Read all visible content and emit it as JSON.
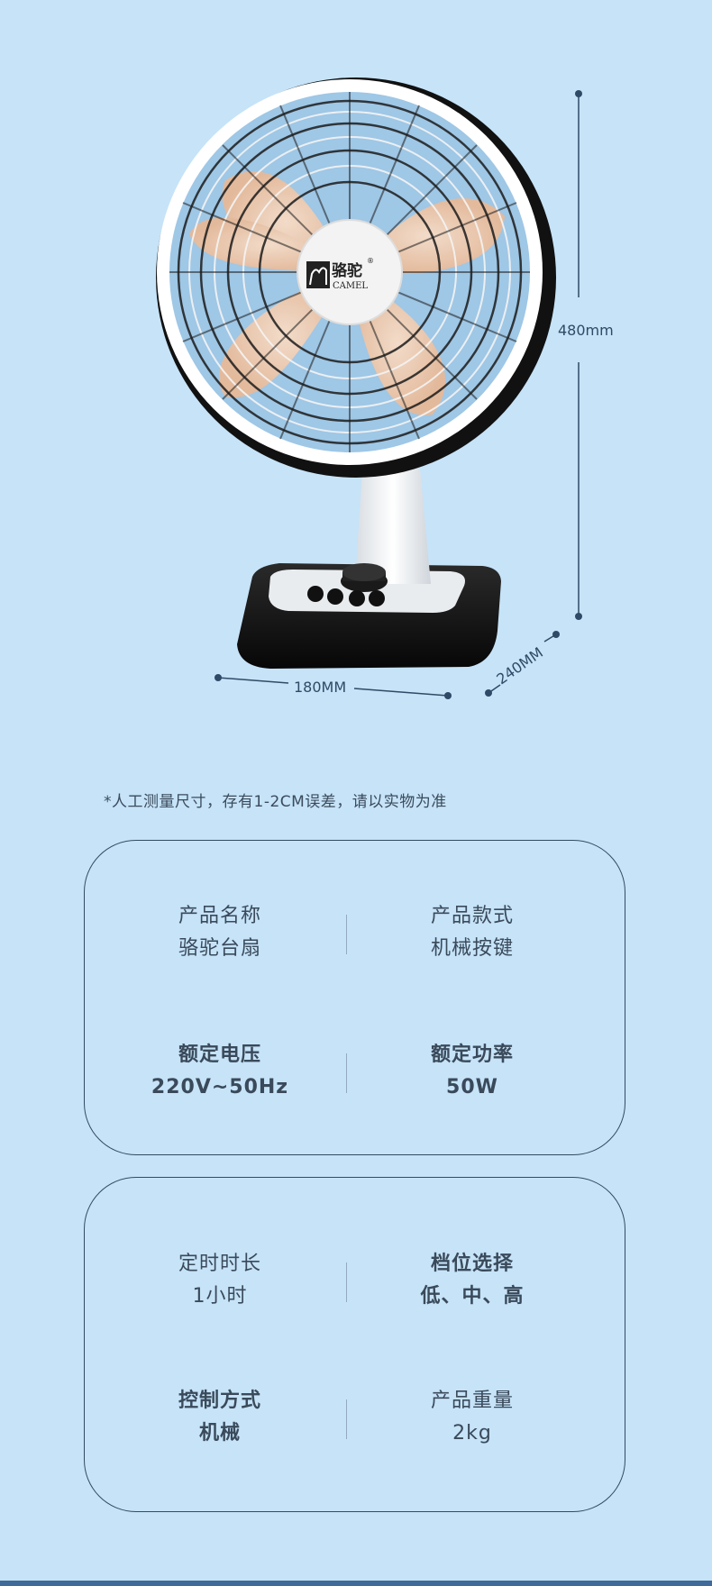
{
  "logo": {
    "cn": "骆驼",
    "en": "CAMEL",
    "reg": "®"
  },
  "dimensions": {
    "height": "480mm",
    "width": "180MM",
    "depth": "240MM"
  },
  "note": "*人工测量尺寸，存有1-2CM误差，请以实物为准",
  "specs": [
    {
      "key": "产品名称",
      "value": "骆驼台扇"
    },
    {
      "key": "产品款式",
      "value": "机械按键"
    },
    {
      "key": "额定电压",
      "value": "220V~50Hz"
    },
    {
      "key": "额定功率",
      "value": "50W"
    },
    {
      "key": "定时时长",
      "value": "1小时"
    },
    {
      "key": "档位选择",
      "value": "低、中、高"
    },
    {
      "key": "控制方式",
      "value": "机械"
    },
    {
      "key": "产品重量",
      "value": "2kg"
    }
  ]
}
